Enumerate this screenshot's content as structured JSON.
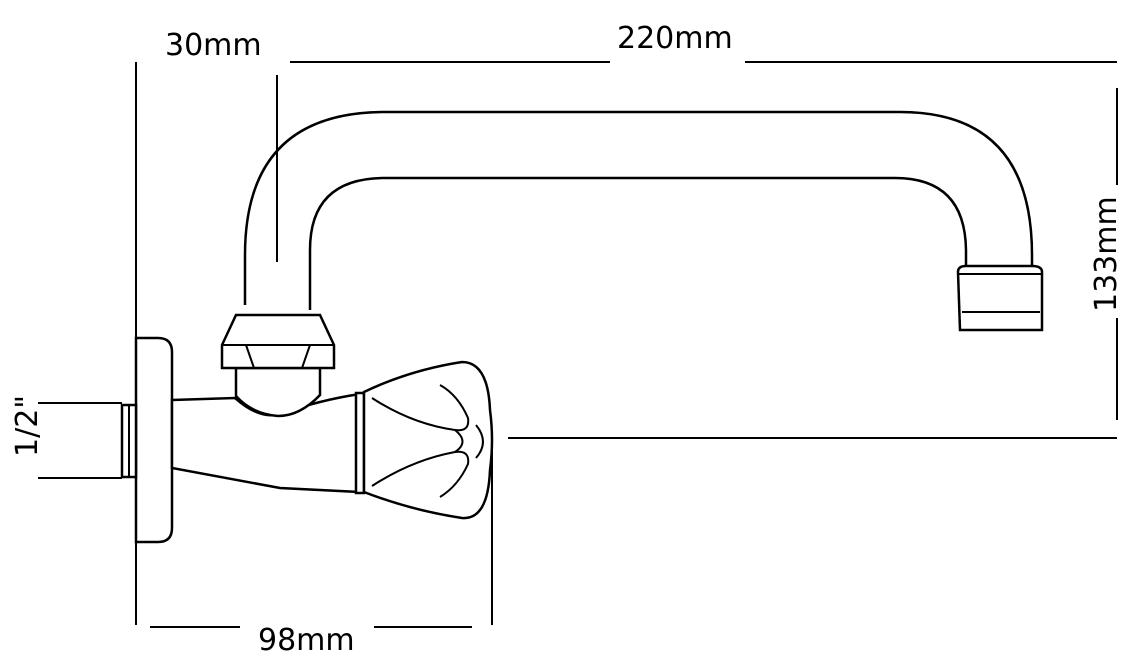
{
  "diagram": {
    "dimensions": {
      "offset": "30mm",
      "spout_reach": "220mm",
      "spout_height": "133mm",
      "thread_size": "1/2\"",
      "depth": "98mm"
    },
    "line_color": "#000000",
    "background_color": "#ffffff"
  }
}
